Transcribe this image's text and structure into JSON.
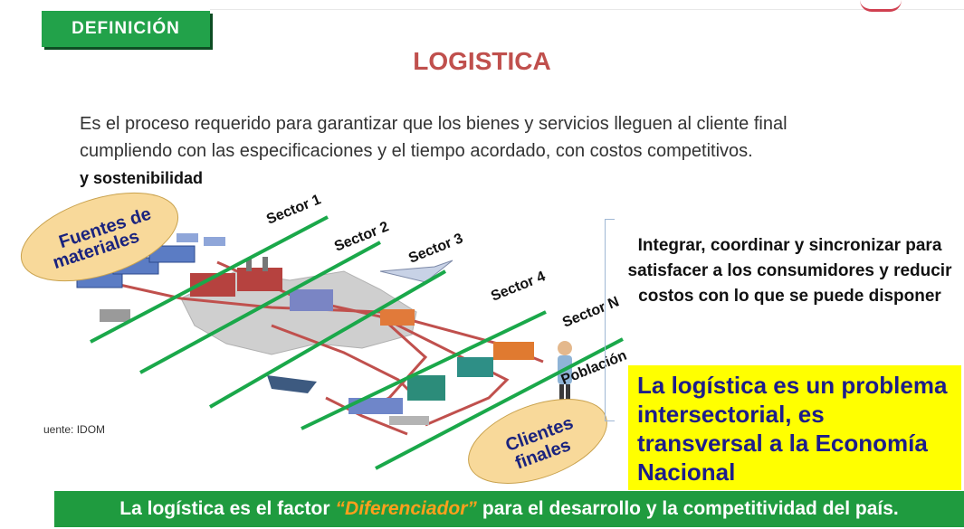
{
  "header": {
    "badge": "DEFINICIÓN",
    "title": "LOGISTICA"
  },
  "definition": {
    "line1": "Es el proceso requerido para garantizar que los bienes y servicios lleguen al cliente final",
    "line2": "cumpliendo con las especificaciones y el tiempo acordado, con costos competitivos.",
    "suffix": "y sostenibilidad"
  },
  "diagram": {
    "sources_label": [
      "Fuentes de",
      "materiales"
    ],
    "clients_label": [
      "Clientes",
      "finales"
    ],
    "sectors": [
      "Sector 1",
      "Sector 2",
      "Sector 3",
      "Sector 4",
      "Sector N"
    ],
    "population_label": "Población",
    "source_note": "uente: IDOM"
  },
  "side_text": "Integrar, coordinar y sincronizar para satisfacer a los consumidores y reducir costos con lo que se puede disponer",
  "highlight_box": "La logística es un problema intersectorial, es transversal a la Economía Nacional",
  "footer": {
    "before": "La logística es el factor",
    "highlight": "“Diferenciador”",
    "after": "para el desarrollo y la competitividad del país."
  },
  "colors": {
    "badge_green": "#22a24a",
    "title_red": "#c0504d",
    "sector_line_green": "#1aa84a",
    "ellipse_fill": "#f8d99a",
    "highlight_yellow": "#ffff00",
    "highlight_text": "#1d1d8a",
    "footer_green": "#1f9b3f",
    "footer_accent": "#ff9f1c"
  }
}
